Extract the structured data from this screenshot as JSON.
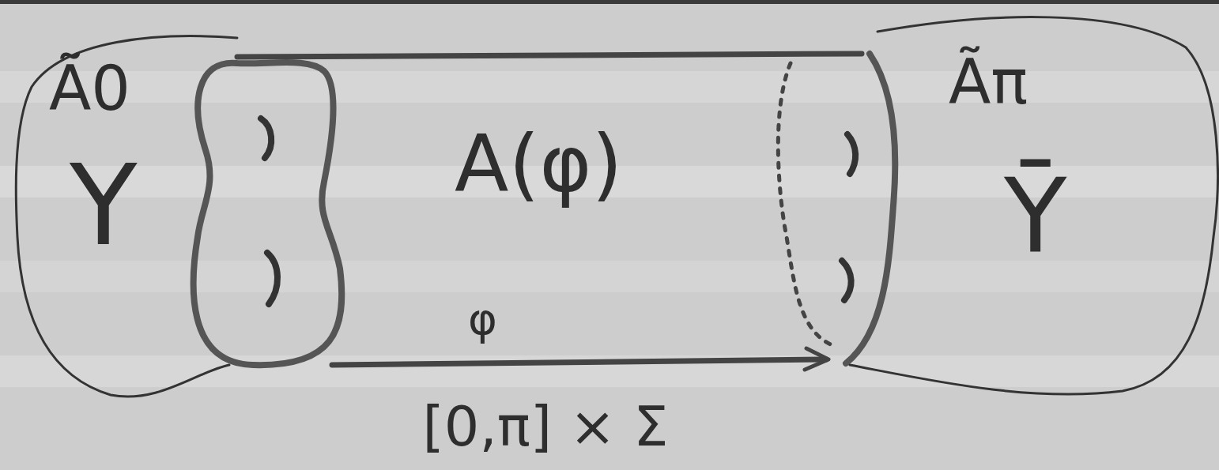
{
  "diagram": {
    "labels": [
      "Ã0",
      "Y",
      "A(φ)",
      "φ",
      "Ãπ",
      "Ȳ",
      "[0,π] × Σ"
    ]
  }
}
